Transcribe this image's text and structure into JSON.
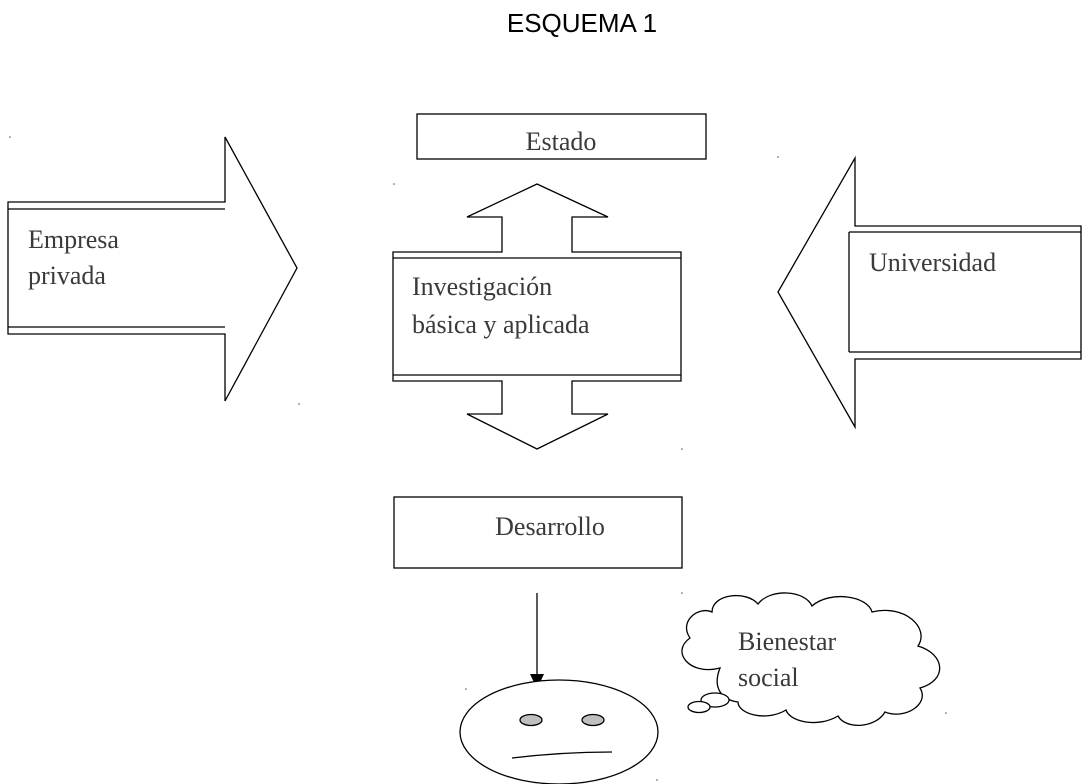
{
  "title": "ESQUEMA 1",
  "nodes": {
    "estado": "Estado",
    "empresa": [
      "Empresa",
      "privada"
    ],
    "universidad": "Universidad",
    "investigacion": [
      "Investigación",
      "básica y aplicada"
    ],
    "desarrollo": "Desarrollo",
    "bienestar": [
      "Bienestar",
      "social"
    ]
  }
}
